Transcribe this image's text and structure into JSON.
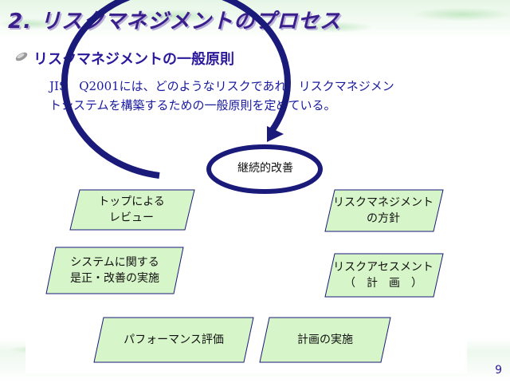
{
  "slide": {
    "title": "2. リスクマネジメントのプロセス",
    "subtitle": "リスクマネジメントの一般原則",
    "body_line1": "JIS　Q2001には、どのようなリスクであれ、リスクマネジメン",
    "body_line2": "トシステムを構築するための一般原則を定めている。",
    "page_number": "9"
  },
  "diagram": {
    "center": "継続的改善",
    "nodes": {
      "policy_line1": "リスクマネジメント",
      "policy_line2": "の方針",
      "assessment_line1": "リスクアセスメント",
      "assessment_line2": "（　計　画　）",
      "implementation": "計画の実施",
      "performance": "パフォーマンス評価",
      "correction_line1": "システムに関する",
      "correction_line2": "是正・改善の実施",
      "review_line1": "トップによる",
      "review_line2": "レビュー"
    },
    "colors": {
      "node_fill": "#d6f5c8",
      "cycle_stroke": "#1a1a7a",
      "title": "#3a1e8c",
      "text_blue": "#1a1aa0"
    }
  }
}
